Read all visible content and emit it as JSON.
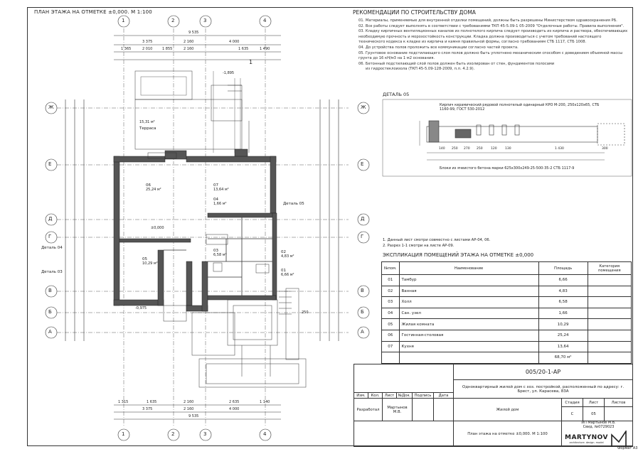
{
  "plan": {
    "title": "ПЛАН ЭТАЖА НА ОТМЕТКЕ ±0,000. М 1:100",
    "axes_numbers": [
      "1",
      "2",
      "3",
      "4"
    ],
    "axes_letters": [
      "Ж",
      "Е",
      "Д",
      "Г",
      "В",
      "Б",
      "А"
    ],
    "dims_top": [
      "9 535",
      "3 375",
      "2 160",
      "4 000",
      "1 365",
      "2 010",
      "1 855",
      "2 160",
      "1 635",
      "1 490"
    ],
    "dims_bottom": [
      "1 315",
      "1 635",
      "2 160",
      "2 635",
      "1 140",
      "9 535",
      "3 375",
      "2 160",
      "4 000"
    ],
    "rooms": [
      {
        "num": "06",
        "area": "25,24 м²"
      },
      {
        "num": "07",
        "area": "13,64 м²"
      },
      {
        "num": "04",
        "area": "1,66 м²"
      },
      {
        "num": "05",
        "area": "10,29 м²"
      },
      {
        "num": "03",
        "area": "6,58 м²"
      },
      {
        "num": "02",
        "area": "4,83 м²"
      },
      {
        "num": "01",
        "area": "6,66 м²"
      }
    ],
    "labels": {
      "terrace": "Терраса",
      "detail05": "Деталь 05",
      "detail04": "Деталь 04",
      "detail03": "Деталь 03",
      "level0": "±0,000",
      "level_m1": "-1,895",
      "level_m2": "-0,975",
      "terrace_area": "15,31 м²",
      "stair_label": "250",
      "cut_label": "1"
    }
  },
  "notes": {
    "title": "РЕКОМЕНДАЦИИ ПО СТРОИТЕЛЬСТВУ ДОМА",
    "lines": [
      "01. Материалы, применяемые для внутренней отделки помещений, должны быть разрешены Министерством здравоохранения РБ.",
      "02. Все работы следует выполнять в соответствии с требованиями ТКП 45-5.09-1 05-2009 \"Отделочные работы. Правила выполнения\".",
      "03. Кладку кирпичных вентиляционных каналов из полнотелого кирпича следует производить из кирпича и раствора, обеспечивающих необходимую прочность и морозостойкость конструкции. Кладка должна производиться с учетом требований настоящего технического кодекса к кладке из кирпича и камня правильной формы, согласно требованиям СТБ 1117, СТБ 1008.",
      "04. До устройства полов проложить все коммуникации согласно частей проекта.",
      "05. Грунтовое основание подстилающего слоя полов должно быть уплотнено механическим способом с доведением объемной массы грунта до 16 кН/м3 на 1 м2 основания.",
      "06. Бетонный подстилающий слой полов должен быть изолирован от стен, фундаментов полосами",
      "из гидростеклоизола (ТКП 45-5.09-128-2009, п.п. 4.2.9)."
    ]
  },
  "detail": {
    "title": "ДЕТАЛЬ 05",
    "caption_top": "Кирпич керамический рядовой полнотелый одинарный КРО М-200, 250х120х65, СТБ 1160-99, ГОСТ 530-2012",
    "caption_bottom": "Блоки из ячеистого бетона марки 625х300х249-25-500-35-2 СТБ 1117-9",
    "dims": [
      "140",
      "250",
      "270",
      "250",
      "120",
      "130",
      "1 430",
      "300"
    ]
  },
  "remarks": [
    "1. Данный лист смотри совместно с листами АР-04, 06.",
    "2. Разрез 1-1 смотри на листе АР-09."
  ],
  "explication": {
    "title": "ЭКСПЛИКАЦИЯ ПОМЕЩЕНИЙ ЭТАЖА НА ОТМЕТКЕ ±0,000",
    "headers": [
      "№пом.",
      "Наименование",
      "Площадь",
      "Категория помещения"
    ],
    "rows": [
      [
        "01",
        "Тамбур",
        "6,66",
        ""
      ],
      [
        "02",
        "Ванная",
        "4,83",
        ""
      ],
      [
        "03",
        "Холл",
        "6,58",
        ""
      ],
      [
        "04",
        "Сан. узел",
        "1,66",
        ""
      ],
      [
        "05",
        "Жилая комната",
        "10,29",
        ""
      ],
      [
        "06",
        "Гостинная-столовая",
        "25,24",
        ""
      ],
      [
        "07",
        "Кухня",
        "13,64",
        ""
      ]
    ],
    "total": "68,70 м²"
  },
  "stamp": {
    "code": "005/20-1-АР",
    "project": "Одноквартирный жилой дом с хоз. постройкой, расположенный по адресу: г. Брест, ул. Карасева, 83А",
    "col_headers": [
      "Изм.",
      "Кол.",
      "Лист",
      "№Док.",
      "Подпись",
      "Дата"
    ],
    "developed_label": "Разработал",
    "developer": "Мартынов М.В.",
    "object": "Жилой дом",
    "stage_hdr": "Стадия",
    "sheet_hdr": "Лист",
    "sheets_hdr": "Листов",
    "stage": "С",
    "sheet": "05",
    "sheet_name": "План этажа на отметке ±0,000. М 1:100",
    "company_line1": "ИП Мартынов М.В.",
    "company_line2": "Свид. №0729023",
    "brand": "MARTYNOV",
    "brand_sub": "architecture. design. model",
    "format": "Формат А3"
  }
}
